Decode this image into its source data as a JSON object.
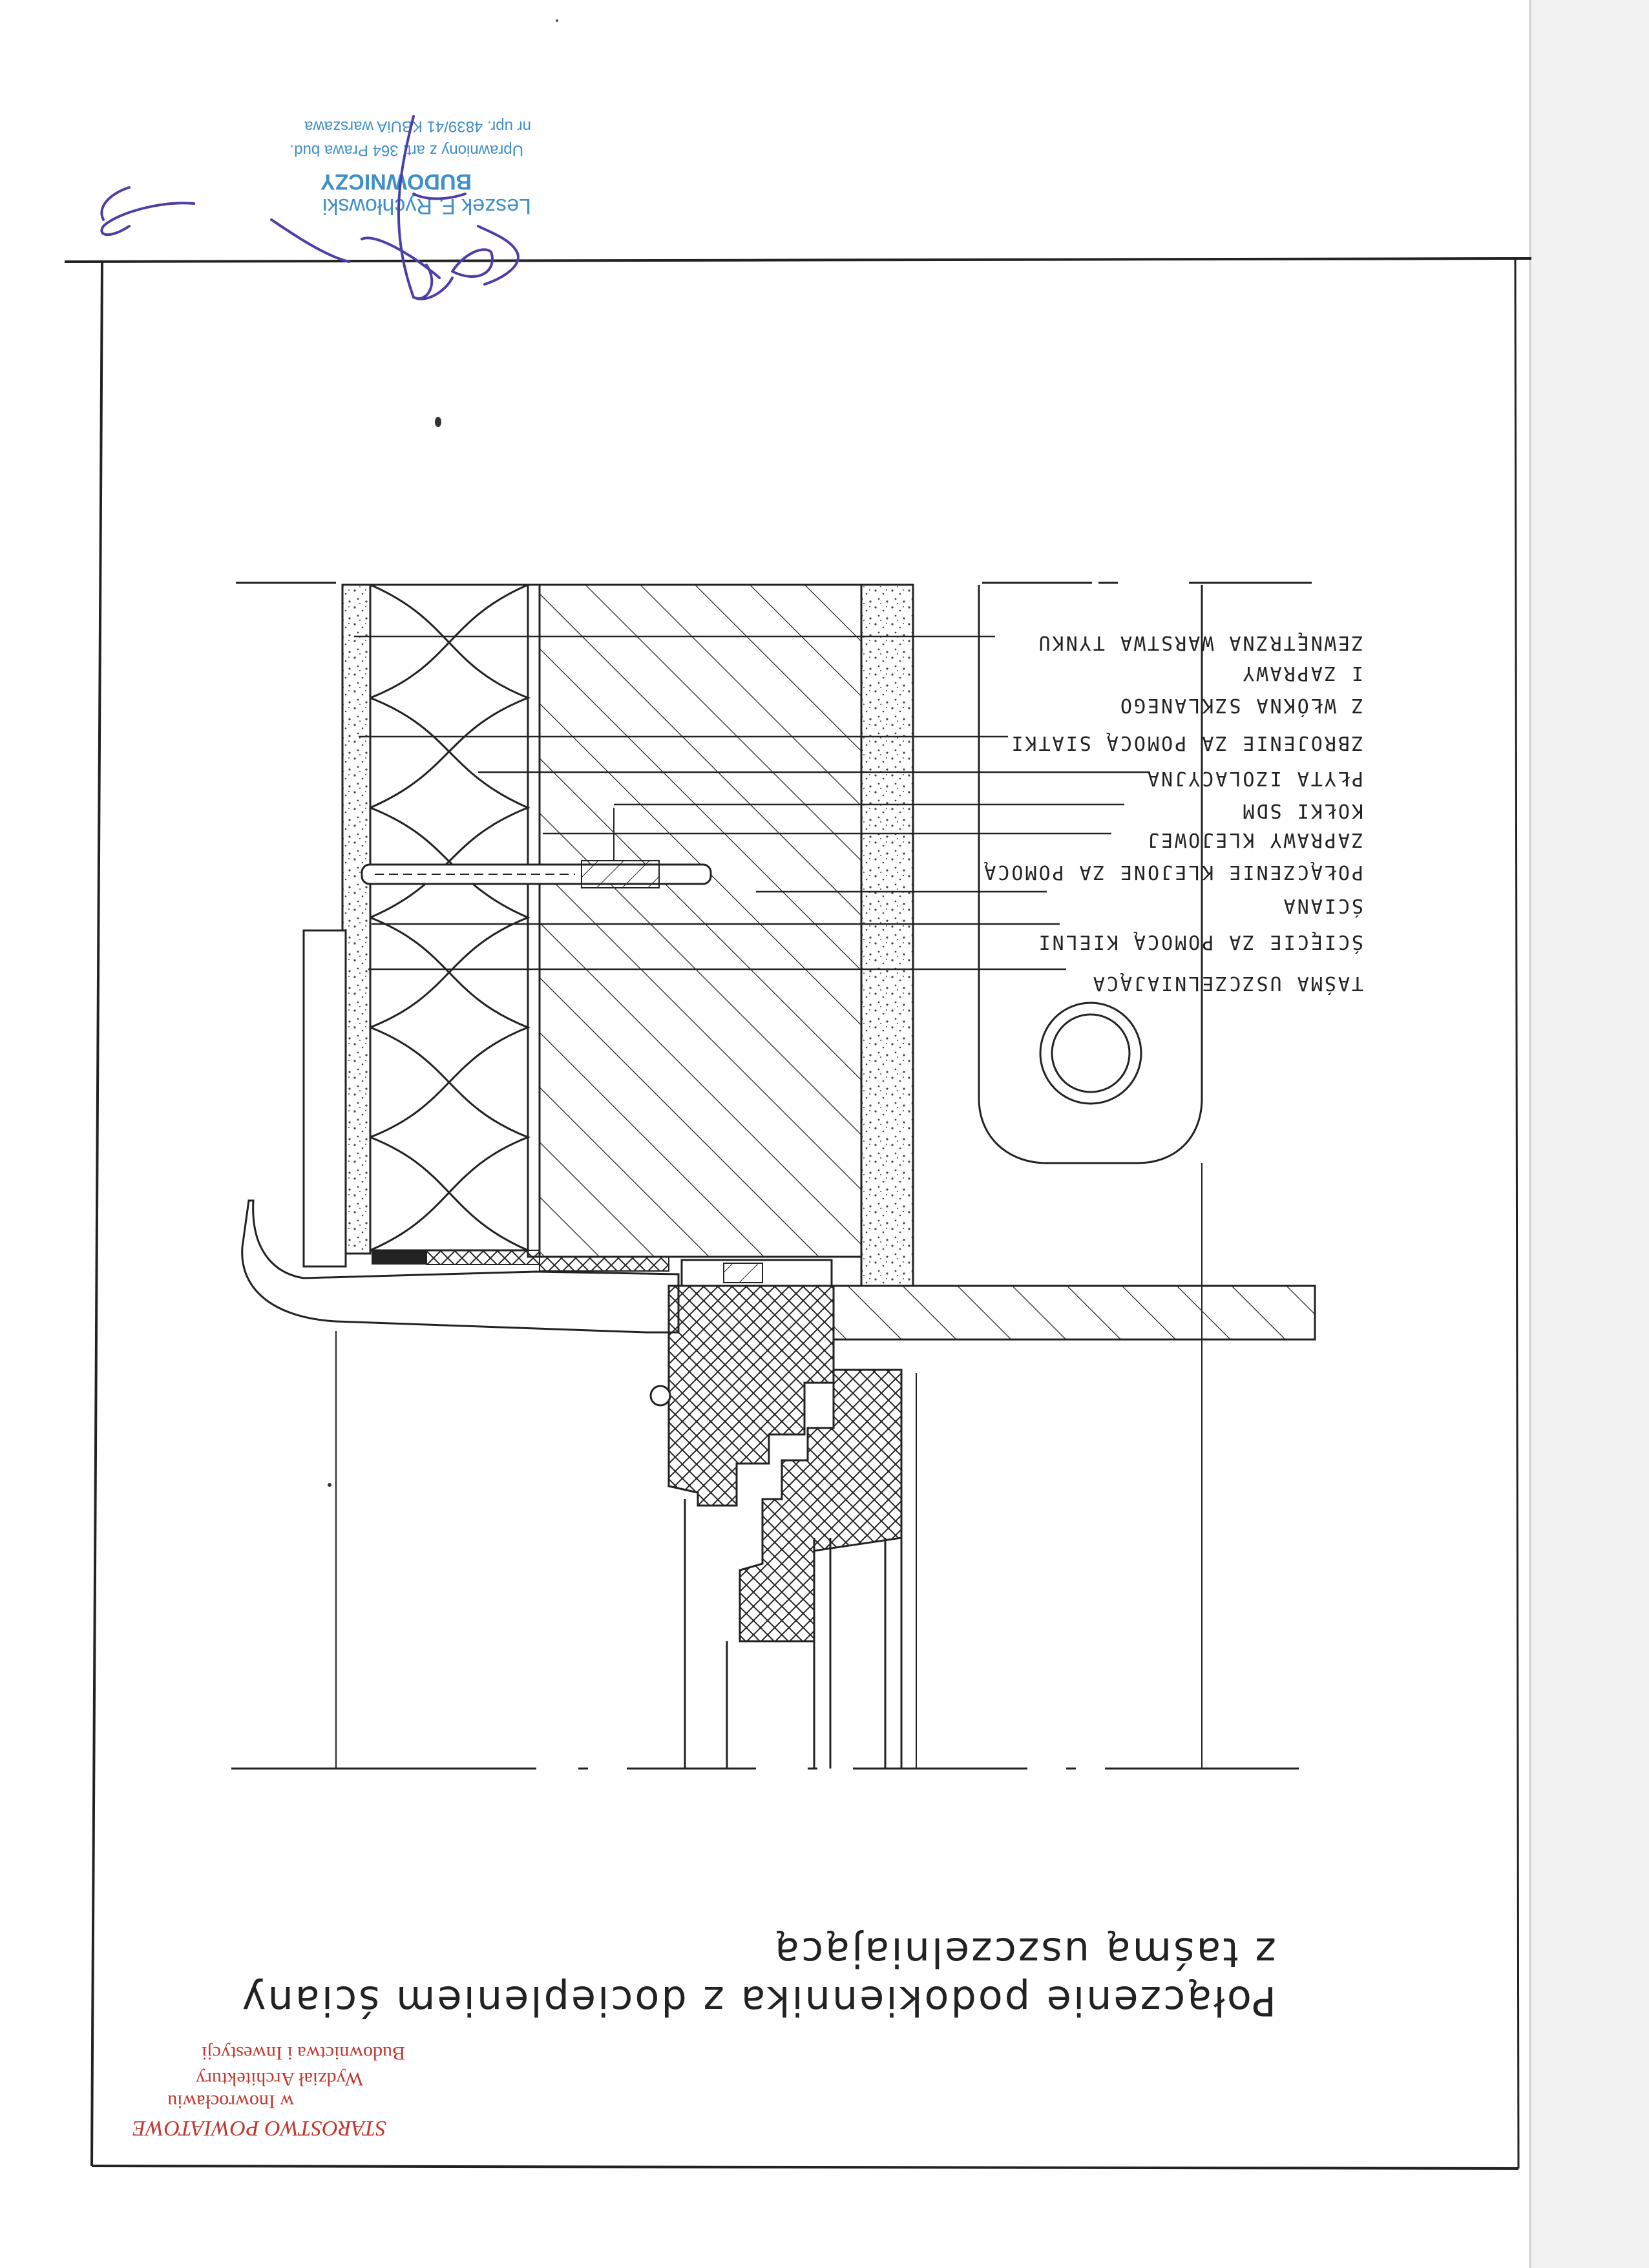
{
  "labels": [
    "ZEWNĘTRZNA WARSTWA TYNKU",
    "I ZAPRAWY",
    "Z WŁÓKNA SZKLANEGO",
    "ZBROJENIE ZA POMOCĄ SIATKI",
    "PŁYTA IZOLACYJNA",
    "KOŁKI SDM",
    "ZAPRAWY KLEJOWEJ",
    "POŁĄCZENIE KLEJONE ZA POMOCĄ",
    "ŚCIANA",
    "ŚCIĘCIE ZA POMOCĄ KIELNI",
    "TAŚMA USZCZELNIAJĄCA"
  ],
  "title": {
    "line1": "Połączenie podokiennika z dociepleniem ściany",
    "line2": "z taśmą uszczelniającą"
  },
  "stamp_builder": {
    "name": "Leszek F. Rychłowski",
    "role": "BUDOWNICZY",
    "license1": "Uprawniony z art. 364 Prawa bud.",
    "license2": "nr upr. 4839/41 KBUiA warszawa"
  },
  "stamp_office": {
    "line1": "STAROSTWO POWIATOWE",
    "line2": "w Inowrocławiu",
    "line3": "Wydział Architektury",
    "line4": "Budownictwa i Inwestycji"
  },
  "colors": {
    "ink": "#222222",
    "stamp_blue": "#3f8fc9",
    "stamp_red": "#c2362e",
    "signature": "#4a3fa8"
  }
}
